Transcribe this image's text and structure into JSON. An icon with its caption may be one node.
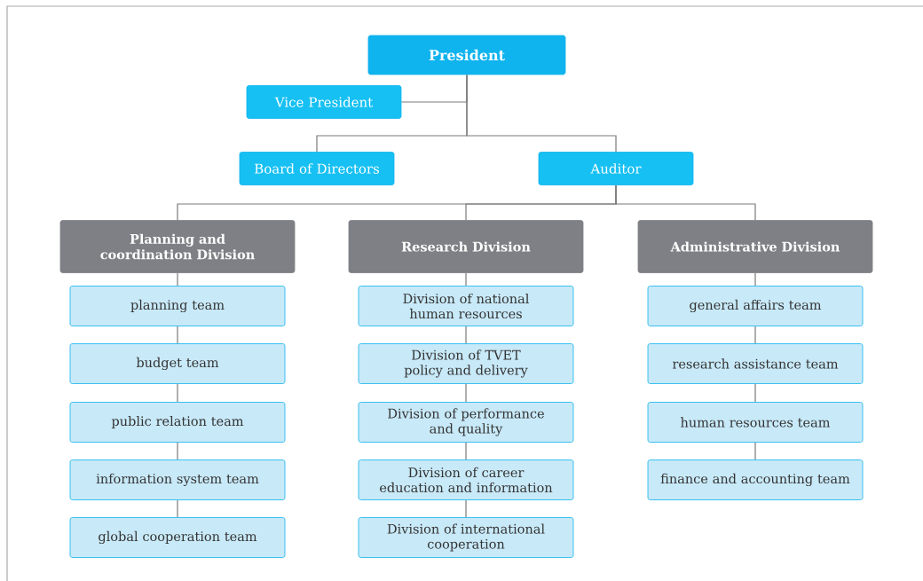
{
  "diagram": {
    "nodes": [
      {
        "text": [
          "President"
        ]
      },
      {
        "text": [
          "Vice President"
        ]
      },
      {
        "text": [
          "Board of Directors"
        ]
      },
      {
        "text": [
          "Auditor"
        ]
      },
      {
        "text": [
          "Planning and coordination Division"
        ]
      },
      {
        "text": [
          "Research Division"
        ]
      },
      {
        "text": [
          "Administrative Division"
        ]
      },
      {
        "text": [
          "planning team"
        ]
      },
      {
        "text": [
          "budget team"
        ]
      },
      {
        "text": [
          "public relation team"
        ]
      },
      {
        "text": [
          "information system team"
        ]
      },
      {
        "text": [
          "global cooperation team"
        ]
      },
      {
        "text": [
          "Division of national human resources"
        ]
      },
      {
        "text": [
          "Division of TVET policy and delivery"
        ]
      },
      {
        "text": [
          "Division of performance and quality"
        ]
      },
      {
        "text": [
          "Division of career education and information"
        ]
      },
      {
        "text": [
          "Division of international cooperation"
        ]
      },
      {
        "text": [
          "general affairs team"
        ]
      },
      {
        "text": [
          "research assistance team"
        ]
      },
      {
        "text": [
          "human resources team"
        ]
      },
      {
        "text": [
          "finance and accounting team"
        ]
      }
    ],
    "edges": [
      {
        "from": 0,
        "to": 1,
        "arrow": "none"
      },
      {
        "from": 0,
        "to": 2,
        "arrow": "none"
      },
      {
        "from": 0,
        "to": 3,
        "arrow": "none"
      },
      {
        "from": 3,
        "to": 4,
        "arrow": "none"
      },
      {
        "from": 3,
        "to": 5,
        "arrow": "none"
      },
      {
        "from": 3,
        "to": 6,
        "arrow": "none"
      },
      {
        "from": 4,
        "to": 7,
        "arrow": "none"
      },
      {
        "from": 7,
        "to": 8,
        "arrow": "none"
      },
      {
        "from": 8,
        "to": 9,
        "arrow": "none"
      },
      {
        "from": 9,
        "to": 10,
        "arrow": "none"
      },
      {
        "from": 10,
        "to": 11,
        "arrow": "none"
      },
      {
        "from": 5,
        "to": 12,
        "arrow": "none"
      },
      {
        "from": 12,
        "to": 13,
        "arrow": "none"
      },
      {
        "from": 13,
        "to": 14,
        "arrow": "none"
      },
      {
        "from": 14,
        "to": 15,
        "arrow": "none"
      },
      {
        "from": 15,
        "to": 16,
        "arrow": "none"
      },
      {
        "from": 6,
        "to": 17,
        "arrow": "none"
      },
      {
        "from": 17,
        "to": 18,
        "arrow": "none"
      },
      {
        "from": 18,
        "to": 19,
        "arrow": "none"
      },
      {
        "from": 19,
        "to": 20,
        "arrow": "none"
      }
    ]
  }
}
